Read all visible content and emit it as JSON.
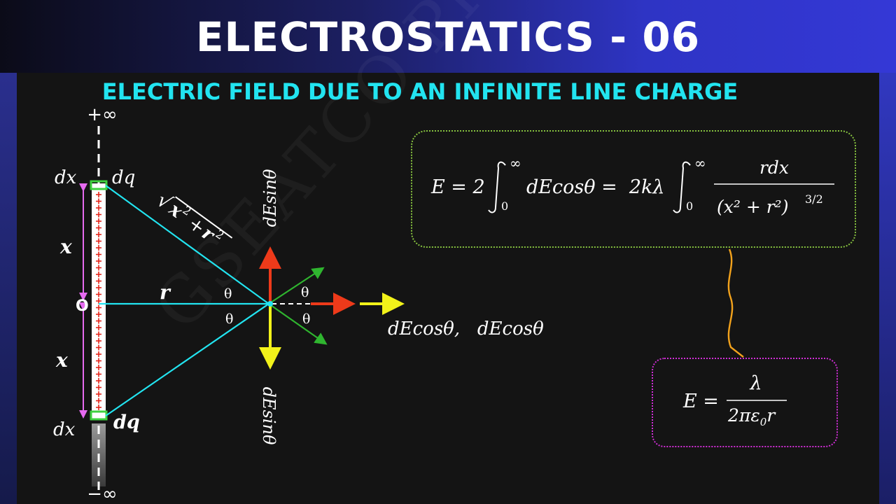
{
  "header": {
    "title": "ELECTROSTATICS - 06"
  },
  "subtitle": "ELECTRIC FIELD DUE TO AN INFINITE LINE CHARGE",
  "watermark": "GSEATCO PHYSICS",
  "colors": {
    "cyan": "#22e4f0",
    "red_arrow": "#ee3a1a",
    "yellow_arrow": "#f2f21a",
    "green_arrow": "#2fb52f",
    "rod_charge": "#e3251b",
    "element_green": "#3fd13f",
    "magenta": "#e66af0",
    "orange": "#f2a21c"
  },
  "labels": {
    "plus_inf": "+∞",
    "minus_inf": "−∞",
    "dx_top": "dx",
    "dq_top": "dq",
    "dx_bottom": "dx",
    "dq_bottom": "dq",
    "x_top": "x",
    "x_bottom": "x",
    "origin": "O",
    "r": "r",
    "theta_left_top": "θ",
    "theta_left_bottom": "θ",
    "theta_right_top": "θ",
    "theta_right_bottom": "θ",
    "de_sin_top": "dEsinθ",
    "de_sin_bottom": "dEsinθ",
    "de_cos": "dEcosθ,   dEcosθ",
    "hyp_sqrt": "√",
    "hyp_x": "x",
    "hyp_x_exp": "2",
    "hyp_plus": "+",
    "hyp_r": "r",
    "hyp_r_exp": "2"
  },
  "formula1": {
    "lhs": "E = 2",
    "int1_upper": "∞",
    "int1_lower": "0",
    "term1": "dEcosθ =  2kλ",
    "int2_upper": "∞",
    "int2_lower": "0",
    "numerator": "rdx",
    "denominator": "(x² + r²)",
    "den_power": "3/2"
  },
  "formula2": {
    "lhs": "E =",
    "numerator": "λ",
    "denominator_main": "2πε",
    "denominator_sub": "0",
    "denominator_end": "r"
  }
}
